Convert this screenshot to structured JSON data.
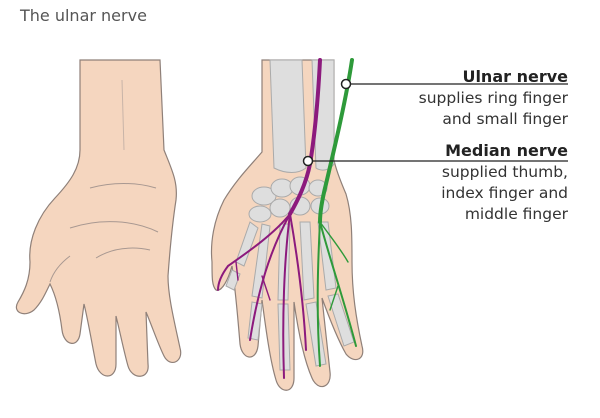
{
  "title": "The ulnar nerve",
  "labels": {
    "ulnar": {
      "name": "Ulnar nerve",
      "lines": [
        "supplies ring finger",
        "and small finger"
      ]
    },
    "median": {
      "name": "Median nerve",
      "lines": [
        "supplied thumb,",
        "index finger and",
        "middle finger"
      ]
    }
  },
  "colors": {
    "skin": "#f5d6bf",
    "skin_outline": "#8f8079",
    "bone": "#dedede",
    "ulnar_nerve": "#2e9a3a",
    "median_nerve": "#8c1a7d",
    "leader": "#222222"
  }
}
